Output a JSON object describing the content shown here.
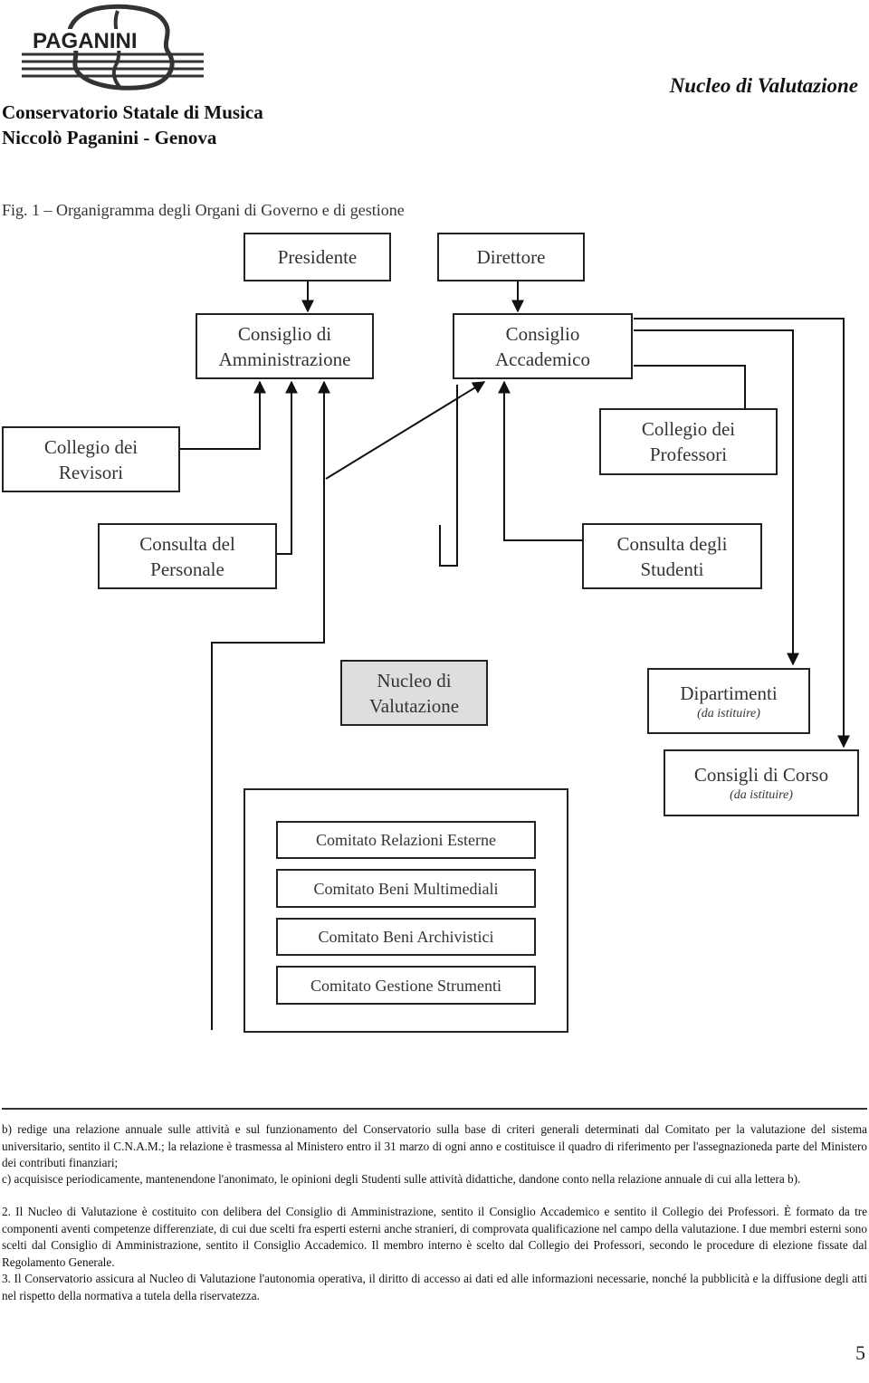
{
  "header": {
    "logo_text": "PAGANINI",
    "org_line1": "Conservatorio Statale di Musica",
    "org_line2": "Niccolò Paganini - Genova",
    "section": "Nucleo di Valutazione"
  },
  "figure": {
    "caption": "Fig. 1 – Organigramma degli Organi di Governo e di gestione",
    "boxes": {
      "presidente": "Presidente",
      "direttore": "Direttore",
      "cda_1": "Consiglio di",
      "cda_2": "Amministrazione",
      "ca_1": "Consiglio",
      "ca_2": "Accademico",
      "revisori_1": "Collegio dei",
      "revisori_2": "Revisori",
      "professori_1": "Collegio dei",
      "professori_2": "Professori",
      "personale_1": "Consulta del",
      "personale_2": "Personale",
      "studenti_1": "Consulta degli",
      "studenti_2": "Studenti",
      "nucleo_1": "Nucleo di",
      "nucleo_2": "Valutazione",
      "dipartimenti": "Dipartimenti",
      "dipartimenti_note": "(da istituire)",
      "consigli_corso": "Consigli di Corso",
      "consigli_corso_note": "(da istituire)",
      "comitato_relazioni": "Comitato Relazioni Esterne",
      "comitato_multimediali": "Comitato Beni Multimediali",
      "comitato_archivistici": "Comitato Beni Archivistici",
      "comitato_strumenti": "Comitato Gestione Strumenti"
    }
  },
  "text": {
    "p_b": "b) redige una relazione annuale sulle attività e sul funzionamento del Conservatorio sulla base di criteri generali determinati dal Comitato per la valutazione del sistema universitario, sentito il C.N.A.M.; la relazione è trasmessa al Ministero entro il 31 marzo di ogni anno e costituisce il quadro di riferimento per l'assegnazioneda parte del Ministero dei contributi finanziari;",
    "p_c": "c) acquisisce periodicamente, mantenendone l'anonimato, le opinioni degli Studenti sulle attività didattiche, dandone conto nella relazione annuale di cui alla lettera b).",
    "p_2": "2. Il Nucleo di Valutazione è costituito con delibera del Consiglio di Amministrazione, sentito il Consiglio Accademico e sentito il Collegio dei Professori. È formato da tre componenti aventi competenze differenziate, di cui due scelti fra esperti esterni anche stranieri, di comprovata qualificazione nel campo della valutazione. I due membri esterni sono scelti dal Consiglio di Amministrazione, sentito il Consiglio Accademico. Il membro interno è scelto dal Collegio dei Professori, secondo le procedure di elezione fissate dal Regolamento Generale.",
    "p_3": "3. Il Conservatorio assicura al Nucleo di Valutazione l'autonomia operativa, il diritto di accesso ai dati ed alle informazioni necessarie, nonché la pubblicità e la diffusione degli atti nel rispetto della normativa a tutela della riservatezza."
  },
  "page_number": "5"
}
